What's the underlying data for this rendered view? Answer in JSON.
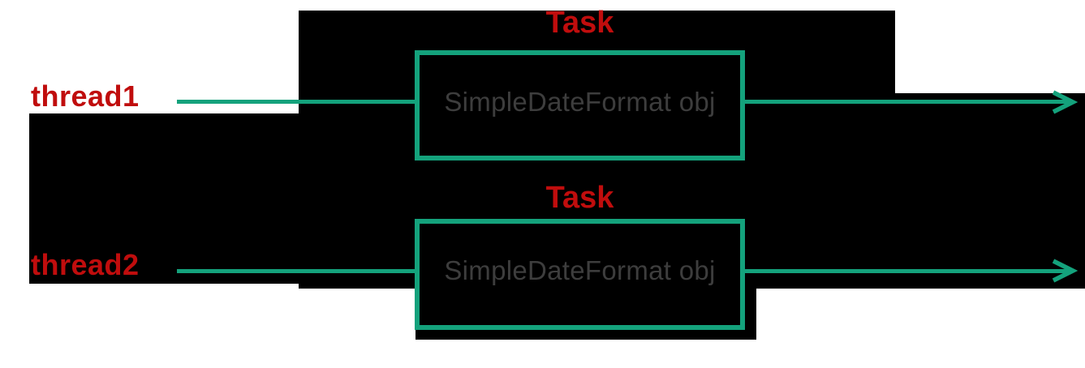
{
  "diagram": {
    "title": "SimpleDateFormat shared object thread diagram",
    "colors": {
      "canvas_background": "#ffffff",
      "transparent_region_black": "#000000",
      "arrow_green": "#14a27c",
      "label_red": "#c00d0d",
      "box_text_gray": "#3d3d3d"
    },
    "rows": [
      {
        "thread_label": "thread1",
        "task_label": "Task",
        "box_label": "SimpleDateFormat obj"
      },
      {
        "thread_label": "thread2",
        "task_label": "Task",
        "box_label": "SimpleDateFormat obj"
      }
    ]
  }
}
